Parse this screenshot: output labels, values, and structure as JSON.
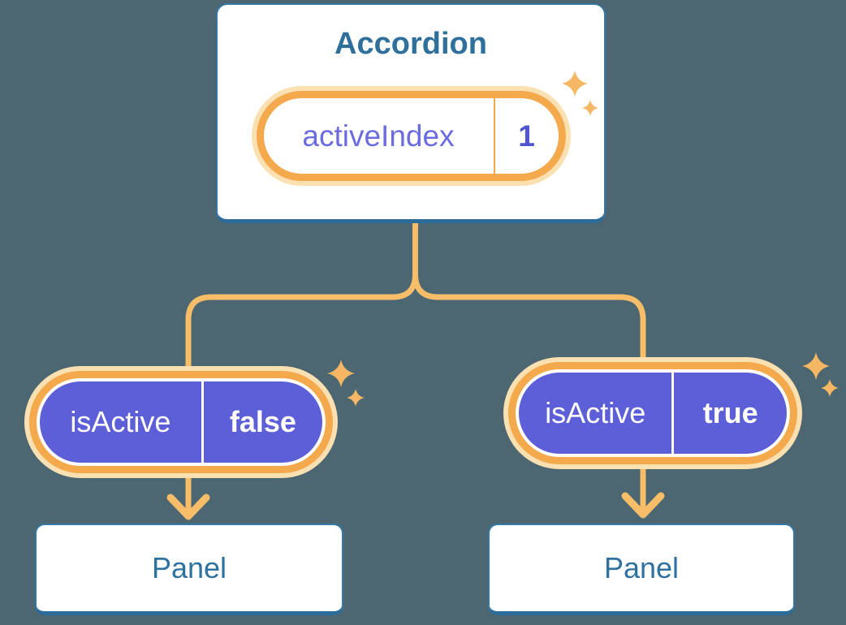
{
  "background_color": "#4C6771",
  "palette": {
    "card_border": "#3577A5",
    "card_border_bottom": "#2B6C9B",
    "heading_text": "#2E6F9B",
    "pill_purple": "#5D5FD8",
    "state_name_text": "#6C6CE0",
    "state_value_text": "#5154CF",
    "ring_orange": "#F4A94D",
    "ring_glow": "#FBE0B2",
    "connector_orange": "#F8BD69",
    "sparkle_orange": "#F5B763",
    "prop_pill_text": "#FFFFFF"
  },
  "diagram": {
    "root": {
      "title": "Accordion",
      "state_pill": {
        "name": "activeIndex",
        "value": "1"
      }
    },
    "branches": [
      {
        "prop_pill": {
          "name": "isActive",
          "value": "false"
        },
        "child": {
          "title": "Panel"
        }
      },
      {
        "prop_pill": {
          "name": "isActive",
          "value": "true"
        },
        "child": {
          "title": "Panel"
        }
      }
    ]
  }
}
